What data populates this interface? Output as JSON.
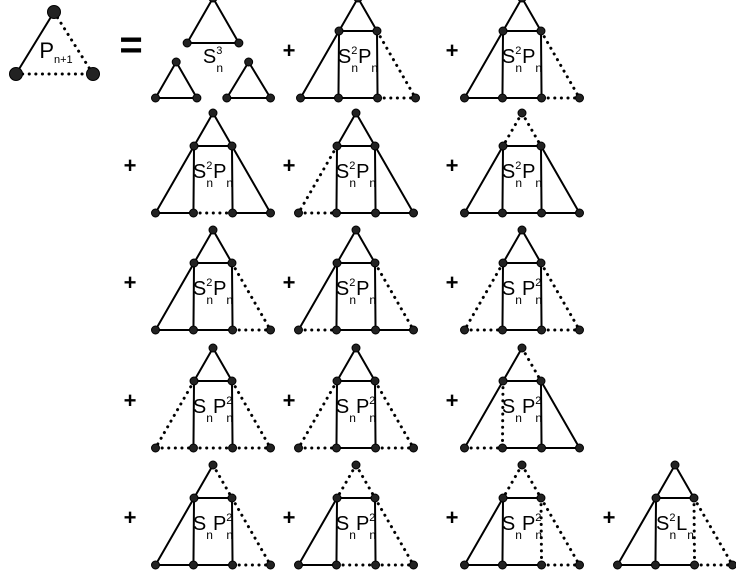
{
  "lhs": {
    "main": "P",
    "sub": "n+1",
    "pattern": [
      "solid",
      "dotted",
      "dotted"
    ]
  },
  "equals": "=",
  "plus": "+",
  "terms": [
    {
      "label": {
        "a": "S",
        "as": "n",
        "ap": "3",
        "b": "",
        "bs": "",
        "bp": ""
      },
      "pattern": "separated"
    },
    {
      "label": {
        "a": "S",
        "as": "n",
        "ap": "2",
        "b": "P",
        "bs": "n",
        "bp": ""
      },
      "pattern": "R"
    },
    {
      "label": {
        "a": "S",
        "as": "n",
        "ap": "2",
        "b": "P",
        "bs": "n",
        "bp": ""
      },
      "pattern": "R2"
    },
    {
      "label": {
        "a": "S",
        "as": "n",
        "ap": "2",
        "b": "P",
        "bs": "n",
        "bp": ""
      },
      "pattern": "M"
    },
    {
      "label": {
        "a": "S",
        "as": "n",
        "ap": "2",
        "b": "P",
        "bs": "n",
        "bp": ""
      },
      "pattern": "L"
    },
    {
      "label": {
        "a": "S",
        "as": "n",
        "ap": "2",
        "b": "P",
        "bs": "n",
        "bp": ""
      },
      "pattern": "T"
    },
    {
      "label": {
        "a": "S",
        "as": "n",
        "ap": "2",
        "b": "P",
        "bs": "n",
        "bp": ""
      },
      "pattern": "R3"
    },
    {
      "label": {
        "a": "S",
        "as": "n",
        "ap": "2",
        "b": "P",
        "bs": "n",
        "bp": ""
      },
      "pattern": "B"
    },
    {
      "label": {
        "a": "S",
        "as": "n",
        "ap": "",
        "b": "P",
        "bs": "n",
        "bp": "2"
      },
      "pattern": "LR"
    },
    {
      "label": {
        "a": "S",
        "as": "n",
        "ap": "",
        "b": "P",
        "bs": "n",
        "bp": "2"
      },
      "pattern": "LR2"
    },
    {
      "label": {
        "a": "S",
        "as": "n",
        "ap": "",
        "b": "P",
        "bs": "n",
        "bp": "2"
      },
      "pattern": "LR3"
    },
    {
      "label": {
        "a": "S",
        "as": "n",
        "ap": "",
        "b": "P",
        "bs": "n",
        "bp": "2"
      },
      "pattern": "TL"
    },
    {
      "label": {
        "a": "S",
        "as": "n",
        "ap": "",
        "b": "P",
        "bs": "n",
        "bp": "2"
      },
      "pattern": "TR"
    },
    {
      "label": {
        "a": "S",
        "as": "n",
        "ap": "",
        "b": "P",
        "bs": "n",
        "bp": "2"
      },
      "pattern": "TM"
    },
    {
      "label": {
        "a": "S",
        "as": "n",
        "ap": "",
        "b": "P",
        "bs": "n",
        "bp": "2"
      },
      "pattern": "TRB"
    },
    {
      "label": {
        "a": "S",
        "as": "n",
        "ap": "2",
        "b": "L",
        "bs": "n",
        "bp": ""
      },
      "pattern": "RL"
    }
  ]
}
